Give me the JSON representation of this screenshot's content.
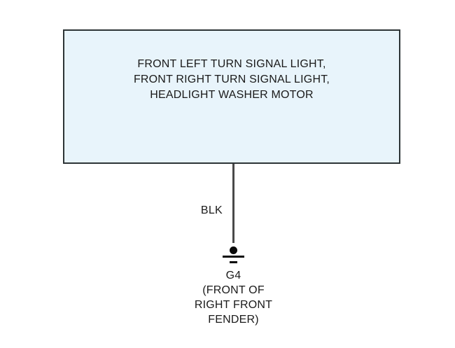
{
  "diagram": {
    "text_color": "#1a1a1a",
    "component_box": {
      "fill": "#e8f4fb",
      "border_color": "#2d3436",
      "lines": [
        "FRONT LEFT TURN SIGNAL LIGHT,",
        "FRONT RIGHT TURN SIGNAL LIGHT,",
        "HEADLIGHT WASHER MOTOR"
      ]
    },
    "wire": {
      "label": "BLK",
      "color": "#4a4a4a"
    },
    "ground": {
      "symbol": "ground-icon",
      "symbol_color": "#0a0a0a",
      "id": "G4",
      "location_lines": [
        "(FRONT OF",
        "RIGHT FRONT",
        "FENDER)"
      ]
    }
  }
}
